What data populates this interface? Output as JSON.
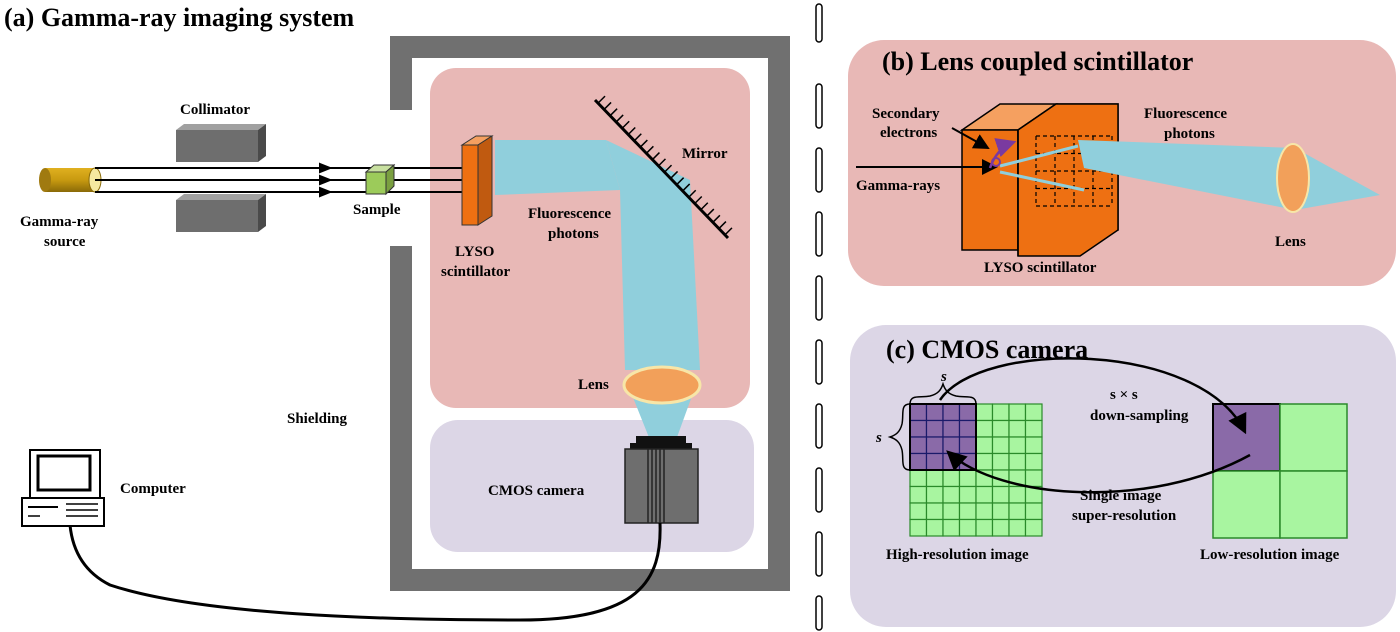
{
  "panel_a": {
    "title": "(a) Gamma-ray imaging system",
    "labels": {
      "collimator": "Collimator",
      "gamma_source_1": "Gamma-ray",
      "gamma_source_2": "source",
      "sample": "Sample",
      "lyso_1": "LYSO",
      "lyso_2": "scintillator",
      "fluorescence_1": "Fluorescence",
      "fluorescence_2": "photons",
      "mirror": "Mirror",
      "lens": "Lens",
      "shielding": "Shielding",
      "cmos_camera": "CMOS camera",
      "computer": "Computer"
    }
  },
  "panel_b": {
    "title": "(b) Lens coupled scintillator",
    "labels": {
      "secondary_1": "Secondary",
      "secondary_2": "electrons",
      "fluorescence_1": "Fluorescence",
      "fluorescence_2": "photons",
      "gamma_rays": "Gamma-rays",
      "lyso": "LYSO scintillator",
      "lens": "Lens"
    }
  },
  "panel_c": {
    "title": "(c) CMOS camera",
    "labels": {
      "s_top": "s",
      "s_left": "s",
      "sxs": "s × s",
      "down_sampling": "down-sampling",
      "sisr_1": "Single image",
      "sisr_2": "super-resolution",
      "high_res": "High-resolution image",
      "low_res": "Low-resolution image"
    }
  },
  "colors": {
    "pink_panel": "#e8b8b6",
    "lavender_panel": "#dcd6e6",
    "shield_gray": "#707070",
    "scintillator_orange": "#ee7012",
    "photon_blue": "#90cfdc",
    "lens_orange": "#f2a05a",
    "grid_green": "#a8f5a0",
    "grid_line_green": "#2a8a2a",
    "purple_block": "#8a6aa8"
  }
}
